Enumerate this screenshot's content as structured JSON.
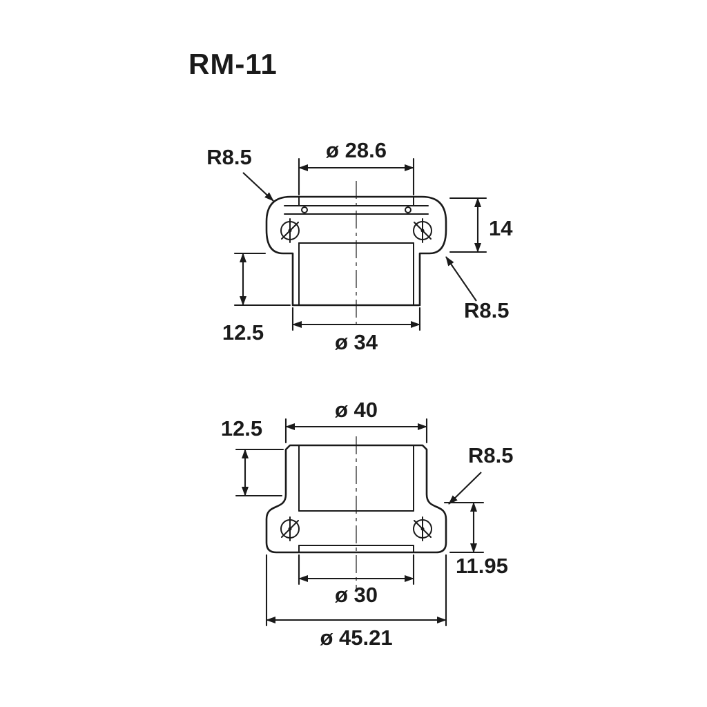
{
  "title": "RM-11",
  "colors": {
    "ink": "#1a1a1a",
    "background": "#ffffff"
  },
  "top_view": {
    "description": "upper headset cup cross-section",
    "labels": {
      "radius_top_left": "R8.5",
      "diameter_top": "ø 28.6",
      "height_right": "14",
      "radius_bottom_right": "R8.5",
      "height_left": "12.5",
      "diameter_bottom": "ø 34"
    }
  },
  "bottom_view": {
    "description": "lower headset cup cross-section",
    "labels": {
      "diameter_top": "ø 40",
      "height_left": "12.5",
      "radius_right": "R8.5",
      "height_right": "11.95",
      "diameter_inner": "ø 30",
      "diameter_outer": "ø 45.21"
    }
  }
}
